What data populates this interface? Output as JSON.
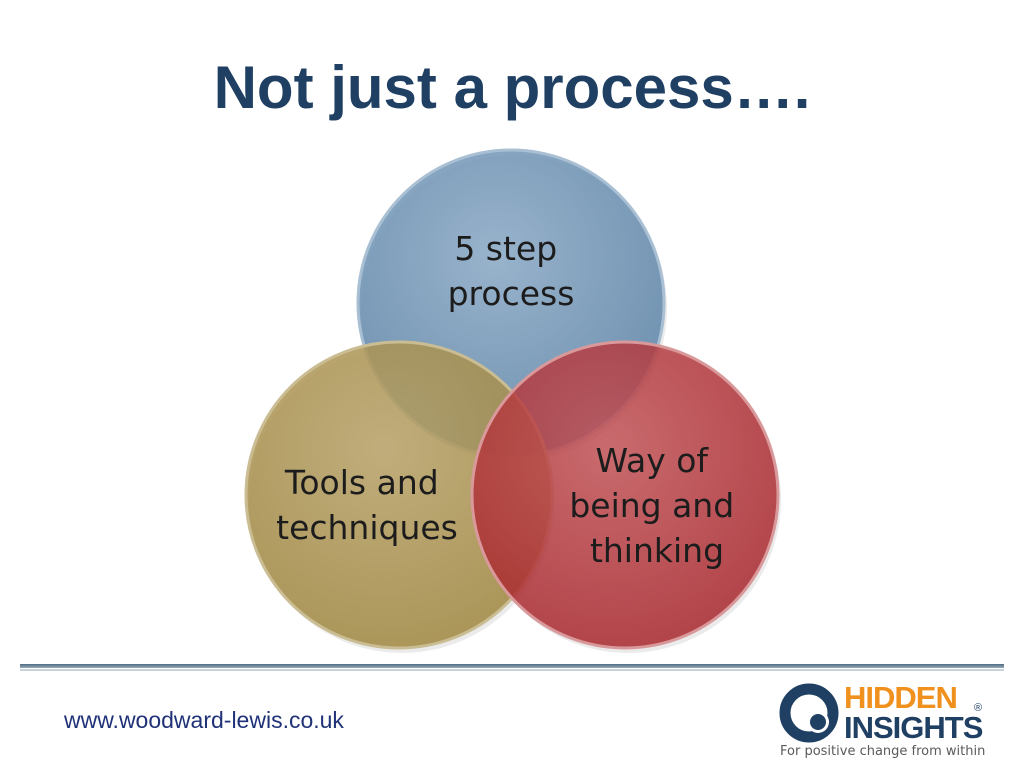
{
  "slide": {
    "title": "Not just a process…."
  },
  "diagram": {
    "circles": [
      {
        "id": "process",
        "label_lines": [
          "5 step",
          "process"
        ],
        "color": "#5f87ab"
      },
      {
        "id": "tools",
        "label_lines": [
          "Tools and",
          "techniques"
        ],
        "color": "#a98e46"
      },
      {
        "id": "way",
        "label_lines": [
          "Way of",
          "being and",
          "thinking"
        ],
        "color": "#b33237"
      }
    ]
  },
  "footer": {
    "url": "www.woodward-lewis.co.uk",
    "logo": {
      "line1": "HIDDEN",
      "line2": "INSIGHTS",
      "registered": "®",
      "tagline": "For positive change from within",
      "orange": "#f0901d",
      "navy": "#1f3f63"
    }
  }
}
